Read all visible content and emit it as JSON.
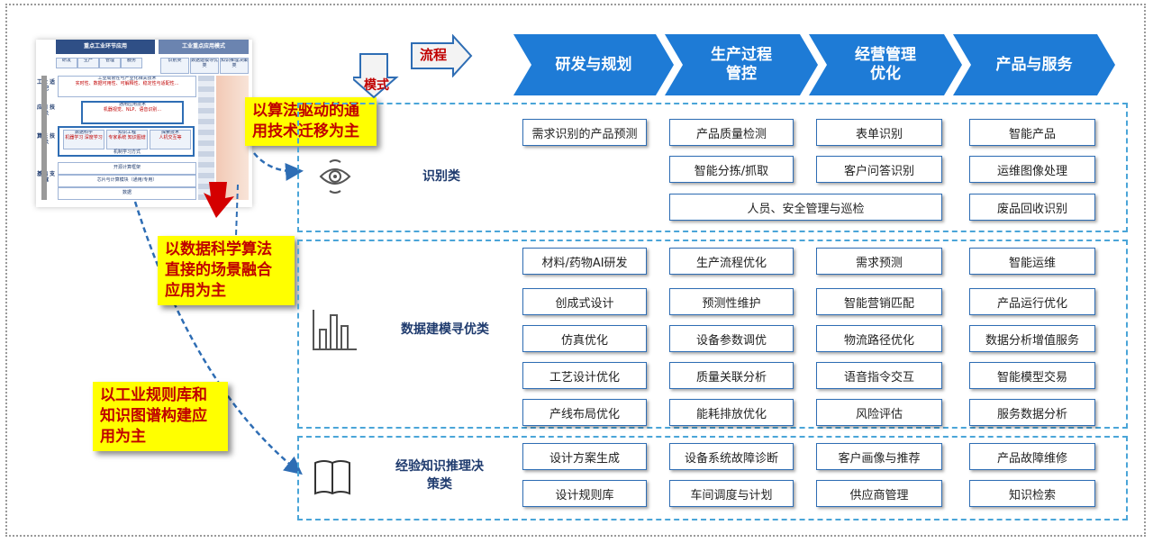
{
  "process_arrow_label": "流程",
  "mode_arrow_label": "模式",
  "phases": [
    "研发与规划",
    "生产过程\n管控",
    "经营管理\n优化",
    "产品与服务"
  ],
  "thumbnail": {
    "top_left_header": "重点工业环节应用",
    "top_right_header": "工业重点应用模式",
    "top_tabs": [
      "研发",
      "生产",
      "管理",
      "服务"
    ],
    "right_tabs": [
      "识别类",
      "数据建模寻优类",
      "知识推理决策类"
    ],
    "rows": [
      {
        "label": "工业\n适配",
        "title": "工业局限性与产业化相关技术",
        "sub": "实时性、数据可用性、可解释性、稳定性与适配性..."
      },
      {
        "label": "应用\n技术",
        "title": "通用应用技术",
        "sub": "机器视觉、NLP、语音识别..."
      },
      {
        "label": "算法\n技术",
        "cells": [
          "数据科学",
          "知识工程",
          "探索技术"
        ],
        "cell_subs": [
          "机器学习 深度学习",
          "专家系统 知识图谱",
          "人机交互等"
        ],
        "note": "机制学习方式"
      },
      {
        "label": "基础\n支撑",
        "lines": [
          "开源计算框架",
          "芯片与计算模块（通用/专用）",
          "数据"
        ]
      }
    ]
  },
  "callouts": [
    "以算法驱动的通\n用技术迁移为主",
    "以数据科学算法\n直接的场景融合\n应用为主",
    "以工业规则库和\n知识图谱构建应\n用为主"
  ],
  "categories": [
    {
      "label": "识别类",
      "icon": "eye-icon",
      "cols": [
        [
          "需求识别的产品预测"
        ],
        [
          "产品质量检测",
          "智能分拣/抓取"
        ],
        [
          "表单识别",
          "客户问答识别"
        ],
        [
          "智能产品",
          "运维图像处理",
          "废品回收识别"
        ]
      ],
      "span_box": "人员、安全管理与巡检"
    },
    {
      "label": "数据建模寻优类",
      "icon": "bar-chart-icon",
      "cols": [
        [
          "材料/药物AI研发",
          "创成式设计",
          "仿真优化",
          "工艺设计优化",
          "产线布局优化"
        ],
        [
          "生产流程优化",
          "预测性维护",
          "设备参数调优",
          "质量关联分析",
          "能耗排放优化"
        ],
        [
          "需求预测",
          "智能营销匹配",
          "物流路径优化",
          "语音指令交互",
          "风险评估"
        ],
        [
          "智能运维",
          "产品运行优化",
          "数据分析增值服务",
          "智能模型交易",
          "服务数据分析"
        ]
      ]
    },
    {
      "label": "经验知识推理决\n策类",
      "icon": "book-icon",
      "cols": [
        [
          "设计方案生成",
          "设计规则库"
        ],
        [
          "设备系统故障诊断",
          "车间调度与计划"
        ],
        [
          "客户画像与推荐",
          "供应商管理"
        ],
        [
          "产品故障维修",
          "知识检索"
        ]
      ]
    }
  ],
  "colors": {
    "chevron": "#1e7bd6",
    "box_border": "#2e6db4",
    "dash": "#4aa5d8",
    "callout_bg": "#ffff00",
    "callout_text": "#c00000"
  }
}
